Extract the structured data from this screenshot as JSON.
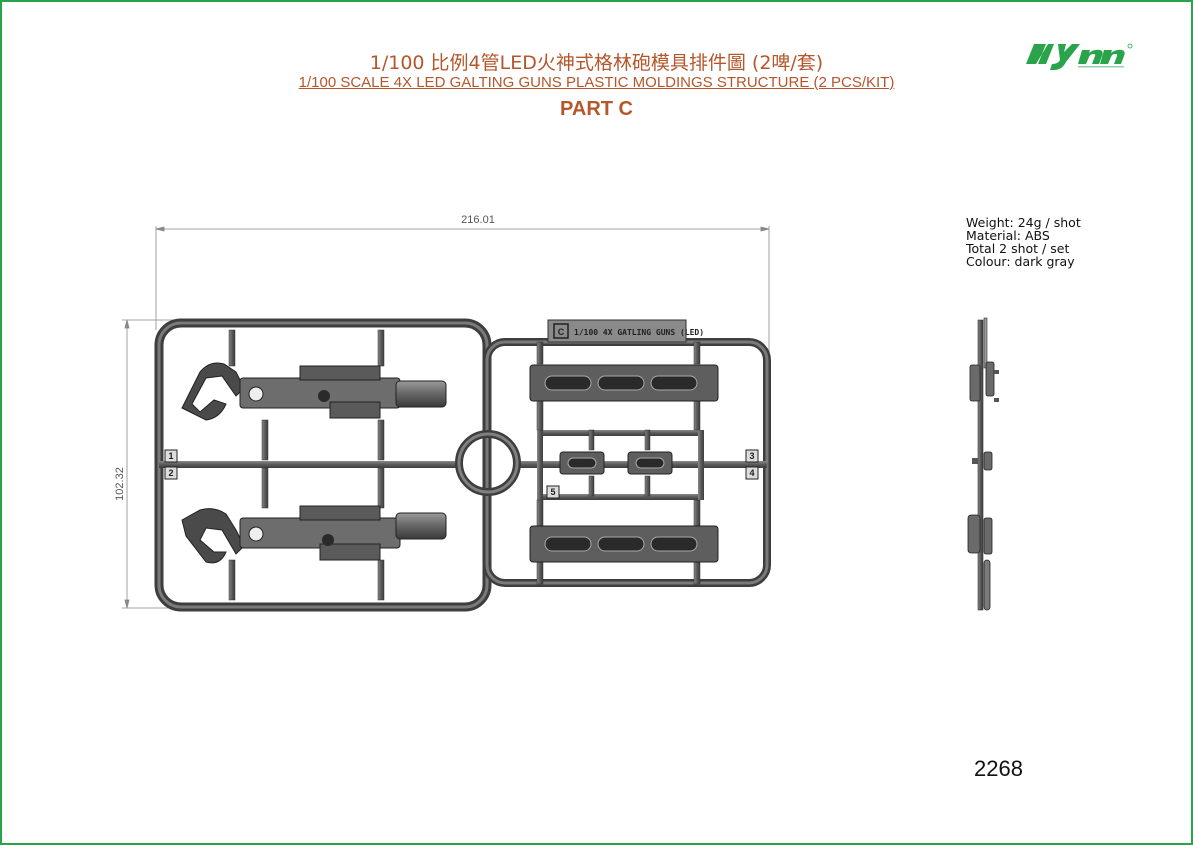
{
  "header": {
    "title_cn": "1/100 比例4管LED火神式格林砲模具排件圖 (2啤/套)",
    "title_en": "1/100 SCALE 4X LED GALTING GUNS PLASTIC MOLDINGS STRUCTURE (2 PCS/KIT)",
    "part": "PART C"
  },
  "colors": {
    "border": "#2aa44a",
    "title": "#b5562b",
    "logo": "#2aa44a",
    "part_fill": "#5a5a5a"
  },
  "dimensions": {
    "width": "216.01",
    "height": "102.32"
  },
  "sprue": {
    "label": "1/100 4X GATLING GUNS (LED)",
    "label_icon": "c-mark-icon",
    "gate_tags": [
      "1",
      "2",
      "3",
      "4",
      "5"
    ]
  },
  "specs": {
    "weight": "Weight: 24g / shot",
    "material": "Material: ABS",
    "total": "Total 2 shot / set",
    "colour": "Colour: dark gray"
  },
  "footer": {
    "code": "2268"
  }
}
